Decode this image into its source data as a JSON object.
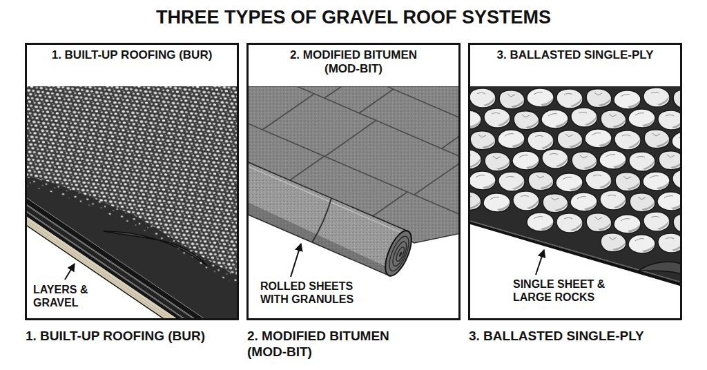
{
  "diagram": {
    "title": "THREE TYPES OF GRAVEL ROOF SYSTEMS",
    "nodes": [
      {
        "text": [
          "1. BUILT-UP ROOFING (BUR)",
          "LAYERS & GRAVEL",
          "1. BUILT-UP ROOFING (BUR)"
        ]
      },
      {
        "text": [
          "2. MODIFIED BITUMEN (MOD-BIT)",
          "ROLLED SHEETS WITH GRANULES",
          "2. MODIFIED BITUMEN (MOD-BIT)"
        ]
      },
      {
        "text": [
          "3. BALLASTED SINGLE-PLY",
          "SINGLE SHEET & LARGE ROCKS",
          "3. BALLASTED SINGLE-PLY"
        ]
      }
    ]
  }
}
